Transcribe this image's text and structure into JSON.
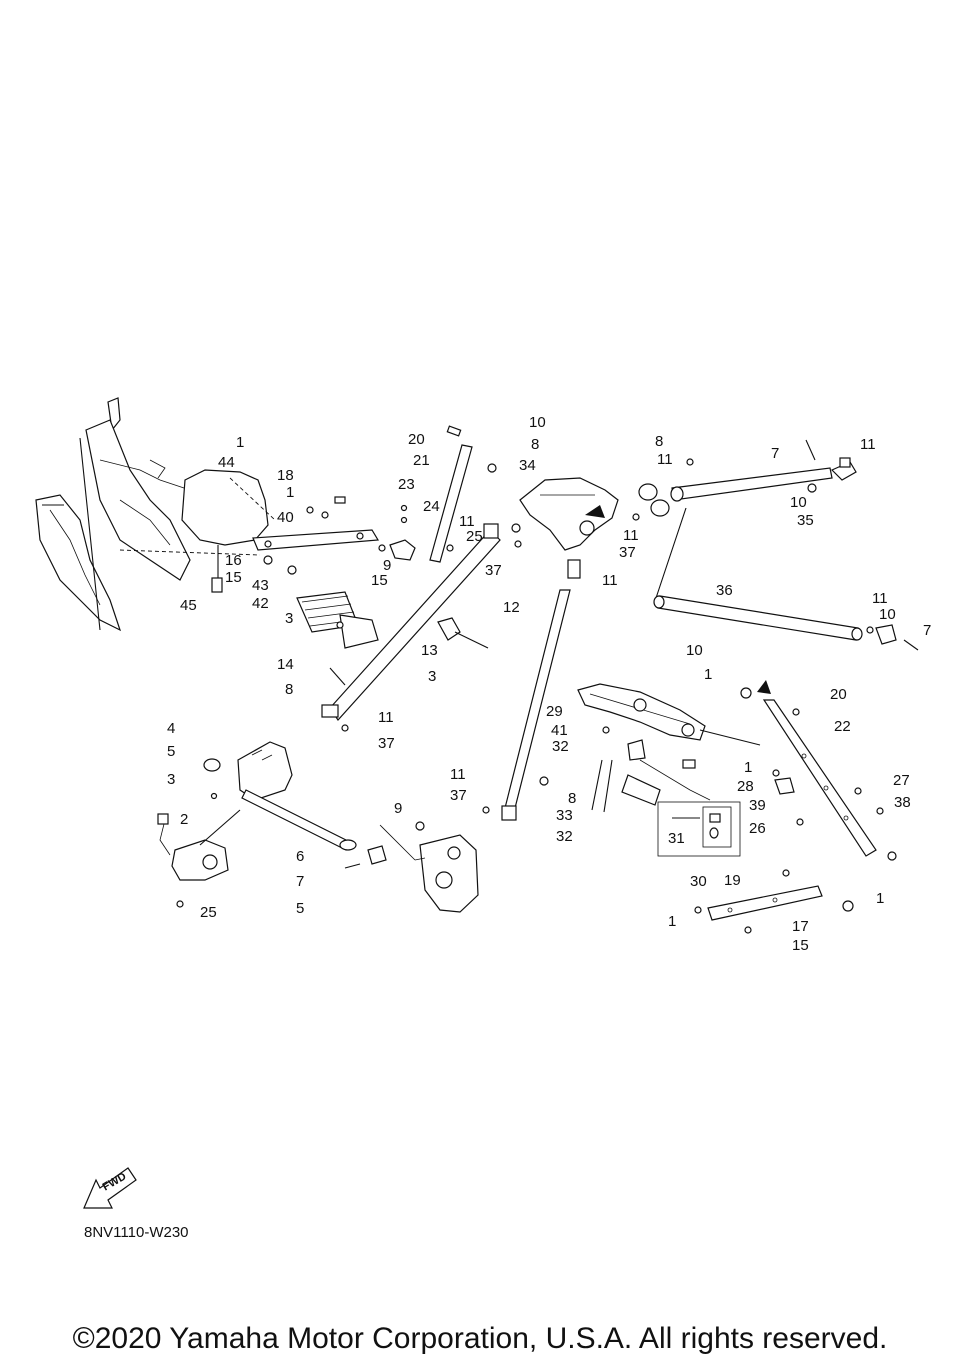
{
  "diagram": {
    "code": "8NV1110-W230",
    "direction_label": "FWD",
    "copyright": "©2020 Yamaha Motor Corporation, U.S.A. All rights reserved.",
    "callouts": [
      {
        "id": "c1",
        "label": "1"
      },
      {
        "id": "c2",
        "label": "44"
      },
      {
        "id": "c3",
        "label": "18"
      },
      {
        "id": "c4",
        "label": "1"
      },
      {
        "id": "c5",
        "label": "40"
      },
      {
        "id": "c6",
        "label": "16"
      },
      {
        "id": "c7",
        "label": "15"
      },
      {
        "id": "c8",
        "label": "43"
      },
      {
        "id": "c9",
        "label": "42"
      },
      {
        "id": "c10",
        "label": "45"
      },
      {
        "id": "c11",
        "label": "9"
      },
      {
        "id": "c12",
        "label": "15"
      },
      {
        "id": "c13",
        "label": "23"
      },
      {
        "id": "c14",
        "label": "24"
      },
      {
        "id": "c15",
        "label": "20"
      },
      {
        "id": "c16",
        "label": "21"
      },
      {
        "id": "c17",
        "label": "10"
      },
      {
        "id": "c18",
        "label": "8"
      },
      {
        "id": "c19",
        "label": "34"
      },
      {
        "id": "c20",
        "label": "11"
      },
      {
        "id": "c21",
        "label": "25"
      },
      {
        "id": "c22",
        "label": "37"
      },
      {
        "id": "c23",
        "label": "11"
      },
      {
        "id": "c24",
        "label": "12"
      },
      {
        "id": "c25",
        "label": "8"
      },
      {
        "id": "c26",
        "label": "11"
      },
      {
        "id": "c27",
        "label": "11"
      },
      {
        "id": "c28",
        "label": "37"
      },
      {
        "id": "c29",
        "label": "7"
      },
      {
        "id": "c30",
        "label": "11"
      },
      {
        "id": "c31",
        "label": "10"
      },
      {
        "id": "c32",
        "label": "35"
      },
      {
        "id": "c33",
        "label": "36"
      },
      {
        "id": "c34",
        "label": "11"
      },
      {
        "id": "c35",
        "label": "10"
      },
      {
        "id": "c36",
        "label": "7"
      },
      {
        "id": "c37",
        "label": "3"
      },
      {
        "id": "c38",
        "label": "14"
      },
      {
        "id": "c39",
        "label": "8"
      },
      {
        "id": "c40",
        "label": "13"
      },
      {
        "id": "c41",
        "label": "3"
      },
      {
        "id": "c42",
        "label": "11"
      },
      {
        "id": "c43",
        "label": "37"
      },
      {
        "id": "c44",
        "label": "29"
      },
      {
        "id": "c45",
        "label": "41"
      },
      {
        "id": "c46",
        "label": "32"
      },
      {
        "id": "c47",
        "label": "1"
      },
      {
        "id": "c48",
        "label": "10"
      },
      {
        "id": "c49",
        "label": "20"
      },
      {
        "id": "c50",
        "label": "22"
      },
      {
        "id": "c51",
        "label": "28"
      },
      {
        "id": "c52",
        "label": "1"
      },
      {
        "id": "c53",
        "label": "27"
      },
      {
        "id": "c54",
        "label": "39"
      },
      {
        "id": "c55",
        "label": "38"
      },
      {
        "id": "c56",
        "label": "4"
      },
      {
        "id": "c57",
        "label": "5"
      },
      {
        "id": "c58",
        "label": "3"
      },
      {
        "id": "c59",
        "label": "2"
      },
      {
        "id": "c60",
        "label": "25"
      },
      {
        "id": "c61",
        "label": "6"
      },
      {
        "id": "c62",
        "label": "7"
      },
      {
        "id": "c63",
        "label": "5"
      },
      {
        "id": "c64",
        "label": "9"
      },
      {
        "id": "c65",
        "label": "11"
      },
      {
        "id": "c66",
        "label": "37"
      },
      {
        "id": "c67",
        "label": "8"
      },
      {
        "id": "c68",
        "label": "33"
      },
      {
        "id": "c69",
        "label": "32"
      },
      {
        "id": "c70",
        "label": "31"
      },
      {
        "id": "c71",
        "label": "30"
      },
      {
        "id": "c72",
        "label": "26"
      },
      {
        "id": "c73",
        "label": "19"
      },
      {
        "id": "c74",
        "label": "1"
      },
      {
        "id": "c75",
        "label": "1"
      },
      {
        "id": "c76",
        "label": "17"
      },
      {
        "id": "c77",
        "label": "15"
      }
    ]
  }
}
